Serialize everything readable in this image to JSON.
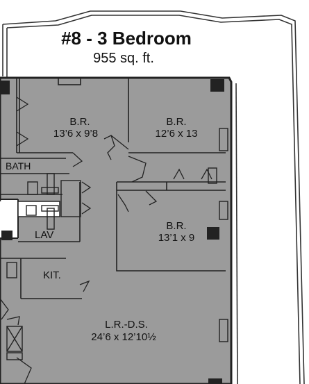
{
  "header": {
    "title": "#8 - 3 Bedroom",
    "area": "955 sq. ft."
  },
  "rooms": {
    "br_top_left": {
      "name": "B.R.",
      "dims": "13’6 x 9’8"
    },
    "br_top_right": {
      "name": "B.R.",
      "dims": "12’6 x 13"
    },
    "br_middle_right": {
      "name": "B.R.",
      "dims": "13’1 x 9"
    },
    "bath": {
      "name": "BATH"
    },
    "lav": {
      "name": "LAV"
    },
    "kitchen": {
      "name": "KIT."
    },
    "living": {
      "name": "L.R.-D.S.",
      "dims": "24’6 x 12’10½"
    }
  },
  "colors": {
    "floor": "#9b9b9b",
    "wall": "#222222",
    "background": "#ffffff"
  }
}
